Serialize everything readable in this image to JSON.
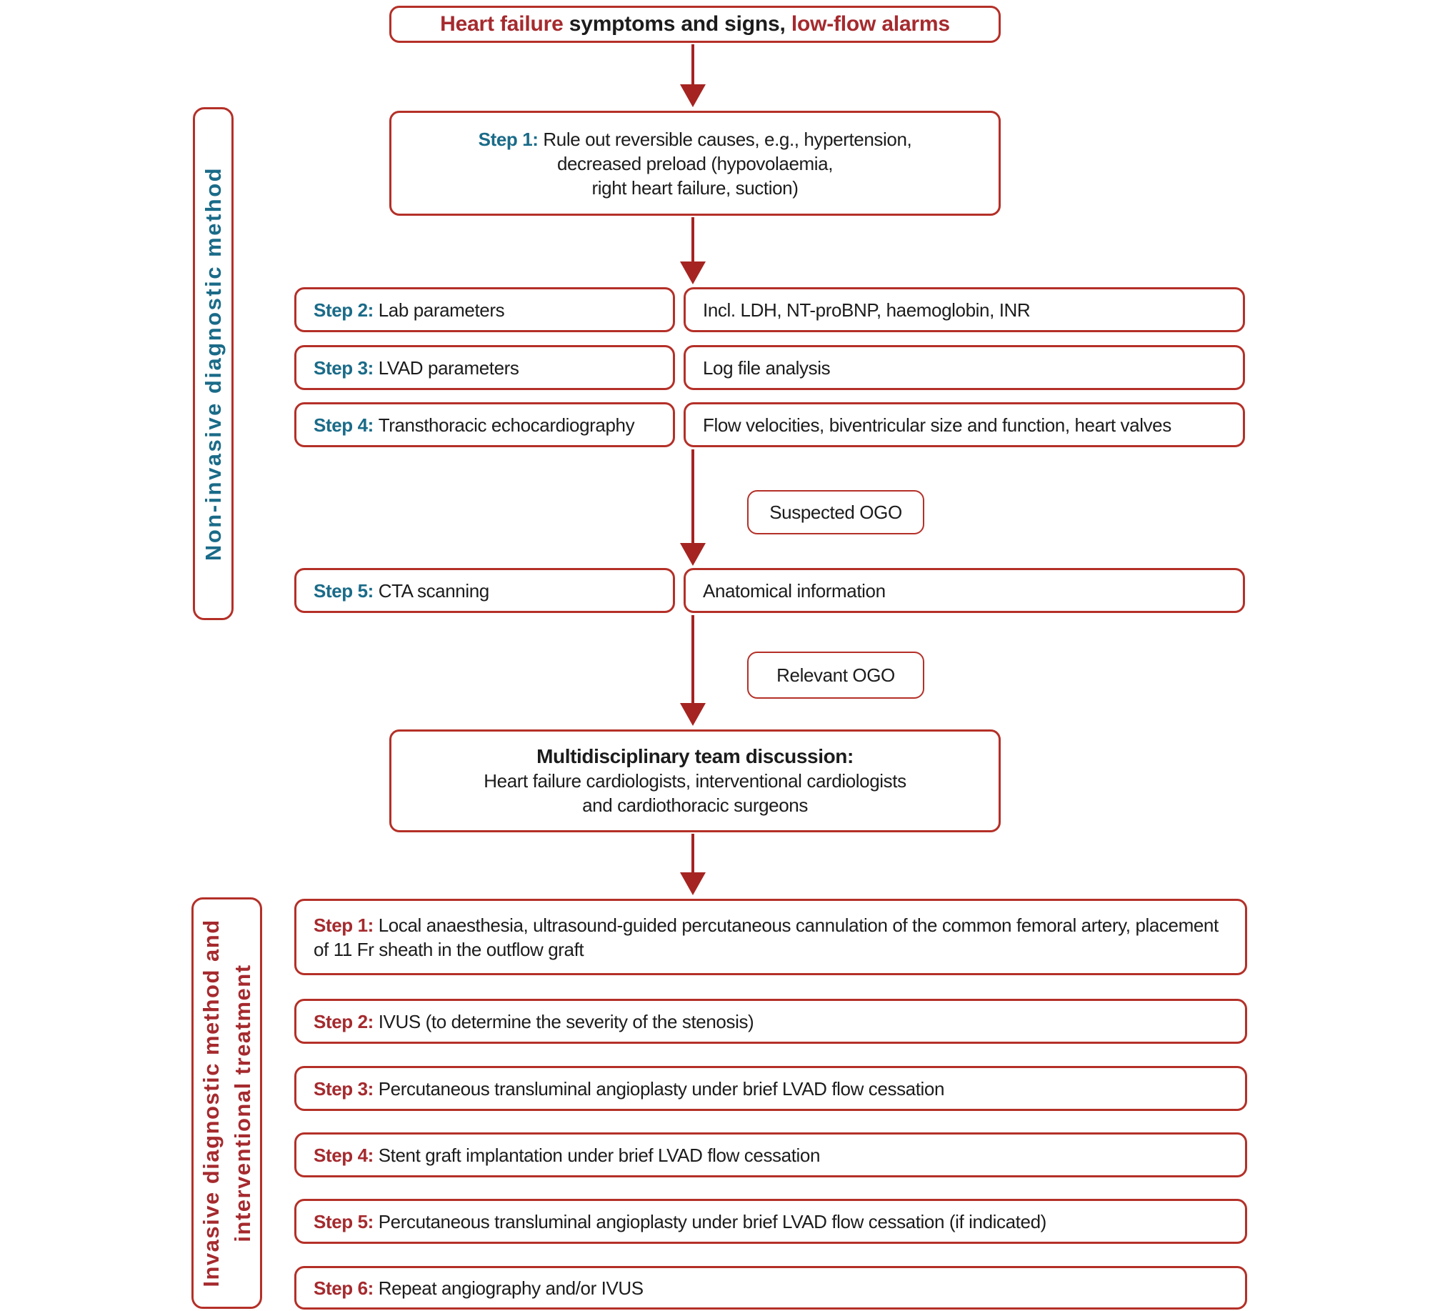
{
  "palette": {
    "border_red": "#b43028",
    "arrow_red": "#a52421",
    "red_text": "#a52a2e",
    "teal_text": "#1a6b88",
    "black_text": "#1c1c1c"
  },
  "top_flow": {
    "alert_box": {
      "seg_red_1": "Heart failure ",
      "seg_black": "symptoms and signs, ",
      "seg_red_2": "low-flow alarms"
    },
    "step1_box": {
      "label": "Step 1:",
      "line1_rest": " Rule out reversible causes, e.g., hypertension,",
      "line2": "decreased preload (hypovolaemia,",
      "line3": "right heart failure, suction)"
    },
    "rows": [
      {
        "label": "Step 2: ",
        "title": "Lab parameters",
        "detail": "Incl. LDH, NT-proBNP, haemoglobin, INR"
      },
      {
        "label": "Step 3: ",
        "title": "LVAD parameters",
        "detail": "Log file analysis"
      },
      {
        "label": "Step 4: ",
        "title": "Transthoracic echocardiography",
        "detail": "Flow velocities, biventricular size and function, heart valves"
      },
      {
        "label": "Step 5: ",
        "title": "CTA scanning",
        "detail": "Anatomical information"
      }
    ],
    "suspected_ogo_label": "Suspected OGO",
    "relevant_ogo_label": "Relevant OGO",
    "team_box": {
      "title": "Multidisciplinary team discussion:",
      "line2": "Heart failure cardiologists, interventional cardiologists",
      "line3": "and cardiothoracic surgeons"
    }
  },
  "sidebars": {
    "non_invasive": "Non-invasive diagnostic method",
    "invasive_line1": "Invasive diagnostic method and",
    "invasive_line2": "interventional treatment"
  },
  "bottom_flow": {
    "steps": [
      {
        "label": "Step 1: ",
        "text": "Local anaesthesia, ultrasound-guided percutaneous cannulation of the common femoral artery, placement of 11 Fr sheath in the outflow graft"
      },
      {
        "label": "Step 2: ",
        "text": "IVUS (to determine the severity of the stenosis)"
      },
      {
        "label": "Step 3: ",
        "text": "Percutaneous transluminal angioplasty under brief LVAD flow cessation"
      },
      {
        "label": "Step 4: ",
        "text": "Stent graft implantation under brief LVAD flow cessation"
      },
      {
        "label": "Step 5: ",
        "text": "Percutaneous transluminal angioplasty under brief LVAD flow cessation (if indicated)"
      },
      {
        "label": "Step 6: ",
        "text": "Repeat angiography and/or IVUS"
      }
    ]
  }
}
